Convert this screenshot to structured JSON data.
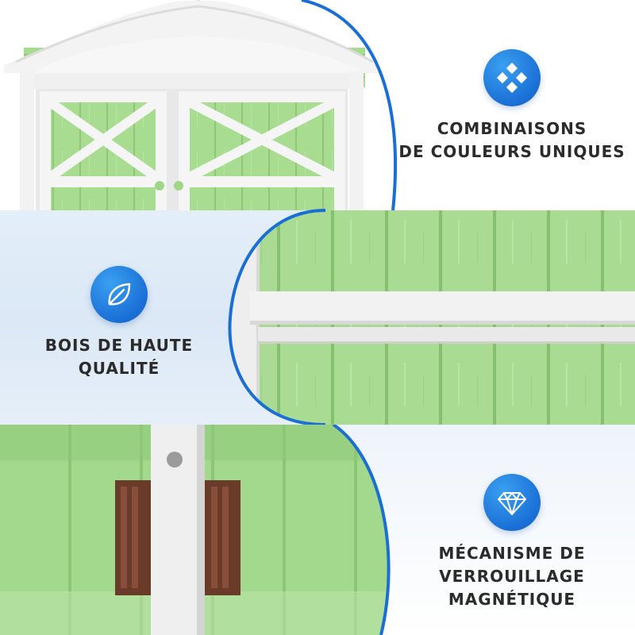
{
  "features": [
    {
      "icon": "diamonds-icon",
      "lines": [
        "COMBINAISONS",
        "DE COULEURS UNIQUES"
      ]
    },
    {
      "icon": "leaf-icon",
      "lines": [
        "BOIS DE HAUTE",
        "QUALITÉ"
      ]
    },
    {
      "icon": "gem-icon",
      "lines": [
        "MÉCANISME DE",
        "VERROUILLAGE",
        "MAGNÉTIQUE"
      ]
    }
  ],
  "colors": {
    "accent_blue": "#1a6fd6",
    "shed_green": "#a8dc90",
    "trim_white": "#f3f3f3",
    "latch_brown": "#6b3b2a",
    "text": "#2b2b2b"
  }
}
